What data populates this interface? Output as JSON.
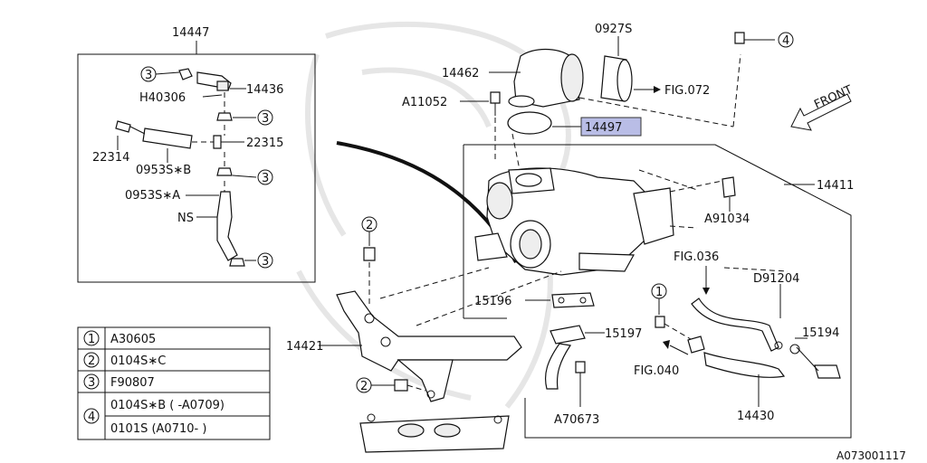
{
  "callouts": {
    "c14447": "14447",
    "c14436": "14436",
    "cH40306": "H40306",
    "c22314": "22314",
    "c22315": "22315",
    "c0953SB": "0953S∗B",
    "c0953SA": "0953S∗A",
    "cNS": "NS",
    "c14462": "14462",
    "c0927S": "0927S",
    "cA11052": "A11052",
    "cFIG072": "FIG.072",
    "c14497": "14497",
    "cFRONT": "FRONT",
    "c14411": "14411",
    "cA91034": "A91034",
    "cFIG036": "FIG.036",
    "cD91204": "D91204",
    "c15196": "15196",
    "c15197": "15197",
    "c15194": "15194",
    "c14421": "14421",
    "cFIG040": "FIG.040",
    "cA70673": "A70673",
    "c14430": "14430"
  },
  "ref_markers": [
    "1",
    "2",
    "3",
    "4"
  ],
  "legend": {
    "rows": [
      {
        "num": "1",
        "lines": [
          "A30605"
        ]
      },
      {
        "num": "2",
        "lines": [
          "0104S∗C"
        ]
      },
      {
        "num": "3",
        "lines": [
          "F90807"
        ]
      },
      {
        "num": "4",
        "lines": [
          "0104S∗B ( -A0709)",
          "0101S    (A0710- )"
        ]
      }
    ]
  },
  "footer_code": "A073001117",
  "highlight_color": "#b9bde6"
}
